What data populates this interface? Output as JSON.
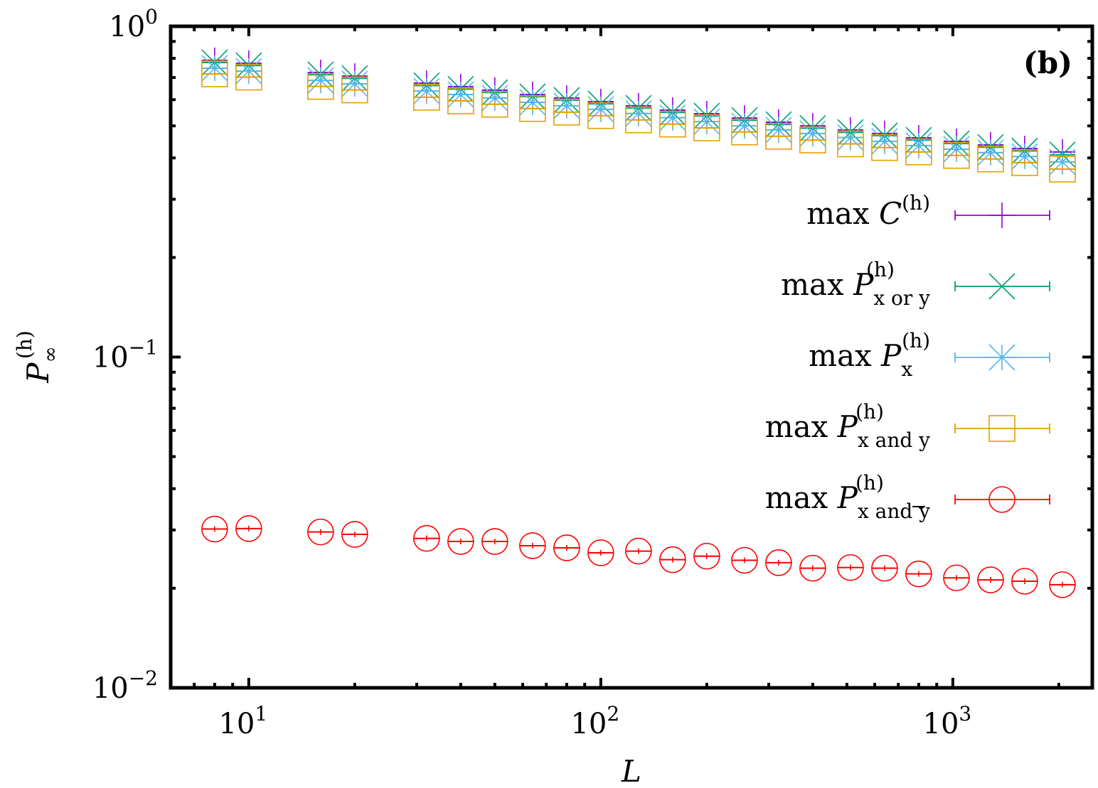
{
  "chart_data": {
    "type": "scatter",
    "title": "",
    "panel_label": "(b)",
    "xlabel": "L",
    "ylabel": "P_∞^(h)",
    "xscale": "log",
    "yscale": "log",
    "xlim": [
      6,
      2490
    ],
    "ylim": [
      0.01,
      1
    ],
    "x_ticks": [
      {
        "value": 10,
        "base": "10",
        "exp": "1"
      },
      {
        "value": 100,
        "base": "10",
        "exp": "2"
      },
      {
        "value": 1000,
        "base": "10",
        "exp": "3"
      }
    ],
    "y_ticks": [
      {
        "value": 1,
        "base": "10",
        "exp": "0"
      },
      {
        "value": 0.1,
        "base": "10",
        "exp": "−1"
      },
      {
        "value": 0.01,
        "base": "10",
        "exp": "−2"
      }
    ],
    "grid": false,
    "legend_position": "right-middle",
    "x": [
      8,
      10,
      16,
      20,
      32,
      40,
      50,
      64,
      80,
      100,
      128,
      160,
      200,
      256,
      320,
      400,
      512,
      640,
      800,
      1024,
      1280,
      1600,
      2048
    ],
    "series": [
      {
        "name": "max C^(h)",
        "legend": {
          "prefix": "max ",
          "sym": "C",
          "sup": "(h)",
          "sub": "",
          "overline": false
        },
        "color": "#9400d3",
        "marker": "plus",
        "values": [
          0.789,
          0.773,
          0.725,
          0.707,
          0.673,
          0.657,
          0.641,
          0.622,
          0.607,
          0.592,
          0.575,
          0.558,
          0.544,
          0.528,
          0.513,
          0.5,
          0.486,
          0.474,
          0.46,
          0.449,
          0.438,
          0.427,
          0.417
        ]
      },
      {
        "name": "max P_{x or y}^(h)",
        "legend": {
          "prefix": "max ",
          "sym": "P",
          "sup": "(h)",
          "sub": "x or y",
          "overline": false
        },
        "color": "#009e73",
        "marker": "cross",
        "values": [
          0.777,
          0.761,
          0.714,
          0.696,
          0.662,
          0.646,
          0.631,
          0.613,
          0.598,
          0.583,
          0.566,
          0.549,
          0.536,
          0.52,
          0.505,
          0.492,
          0.478,
          0.467,
          0.453,
          0.442,
          0.431,
          0.42,
          0.409
        ]
      },
      {
        "name": "max P_x^(h)",
        "legend": {
          "prefix": "max ",
          "sym": "P",
          "sup": "(h)",
          "sub": "x",
          "overline": false
        },
        "color": "#56b4e9",
        "marker": "star",
        "values": [
          0.747,
          0.732,
          0.686,
          0.67,
          0.637,
          0.622,
          0.607,
          0.589,
          0.575,
          0.561,
          0.545,
          0.529,
          0.515,
          0.5,
          0.486,
          0.474,
          0.461,
          0.449,
          0.436,
          0.425,
          0.415,
          0.404,
          0.389
        ]
      },
      {
        "name": "max P_{x and y}^(h)",
        "legend": {
          "prefix": "max ",
          "sym": "P",
          "sup": "(h)",
          "sub": "x and y",
          "overline": false
        },
        "color": "#e69f00",
        "marker": "square",
        "values": [
          0.718,
          0.702,
          0.658,
          0.642,
          0.61,
          0.595,
          0.581,
          0.564,
          0.55,
          0.537,
          0.521,
          0.506,
          0.493,
          0.479,
          0.465,
          0.453,
          0.441,
          0.43,
          0.417,
          0.407,
          0.397,
          0.387,
          0.37
        ]
      },
      {
        "name": "max P_{x and ȳ}^(h)",
        "legend": {
          "prefix": "max ",
          "sym": "P",
          "sup": "(h)",
          "sub": "x and y",
          "overline": true
        },
        "color": "#ff0000",
        "marker": "circle",
        "values": [
          0.0302,
          0.0303,
          0.0296,
          0.0291,
          0.0283,
          0.0277,
          0.0277,
          0.0269,
          0.0265,
          0.0256,
          0.0259,
          0.0244,
          0.025,
          0.0243,
          0.0239,
          0.023,
          0.0231,
          0.023,
          0.0221,
          0.0215,
          0.0212,
          0.021,
          0.0205
        ]
      }
    ]
  },
  "labels": {
    "panel": "(b)",
    "xlabel": "L",
    "ylabel_sym": "P",
    "ylabel_sub": "∞",
    "ylabel_sup": "(h)"
  }
}
